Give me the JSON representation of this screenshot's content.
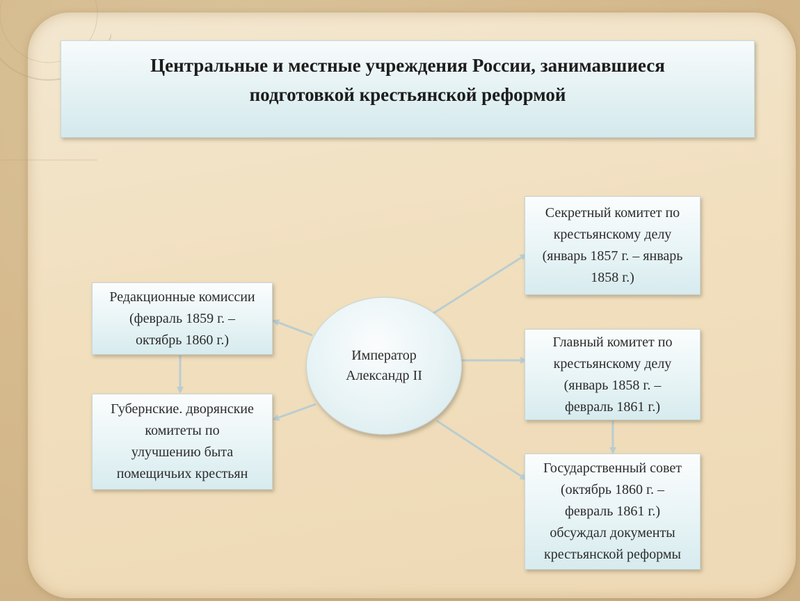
{
  "title": {
    "line1": "Центральные и местные учреждения России, занимавшиеся",
    "line2": "подготовкой крестьянской реформой"
  },
  "center": {
    "line1": "Император",
    "line2": "Александр II"
  },
  "nodes": {
    "secret_committee": [
      "Секретный комитет по",
      "крестьянскому делу",
      "(январь 1857 г. – январь",
      "1858 г.)"
    ],
    "main_committee": [
      "Главный комитет по",
      "крестьянскому делу",
      "(январь 1858 г. –",
      "февраль 1861 г.)"
    ],
    "state_council": [
      "Государственный совет",
      "(октябрь 1860 г. –",
      "февраль 1861 г.)",
      "обсуждал документы",
      "крестьянской реформы"
    ],
    "editorial_commissions": [
      "Редакционные комиссии",
      "(февраль 1859 г. –",
      "октябрь 1860 г.)"
    ],
    "provincial_committees": [
      "Губернские. дворянские",
      "комитеты по",
      "улучшению быта",
      "помещичьих крестьян"
    ]
  },
  "colors": {
    "box_fill": "#e3f1f3",
    "arrow": "#b9cdd0",
    "text": "#2b2b2b",
    "background": "#f1dfbe"
  }
}
